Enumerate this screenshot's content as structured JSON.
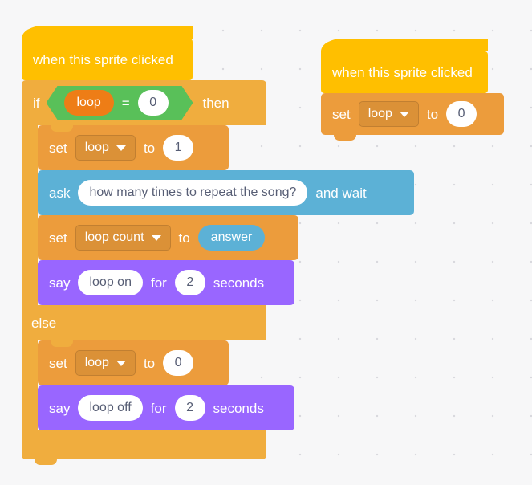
{
  "canvas": {
    "background_color": "#f7f7f8",
    "dot_color": "#d9d9de"
  },
  "palette": {
    "events": "#ffbf00",
    "control": "#f0ad3e",
    "data": "#ec9c3c",
    "variable_reporter": "#ee7d16",
    "sensing": "#5cb1d6",
    "looks": "#9966ff",
    "operators": "#59c059",
    "input_text": "#575e75",
    "block_text": "#ffffff"
  },
  "scripts": [
    {
      "id": "script-main",
      "hat": {
        "label": "when this sprite clicked"
      },
      "if_block": {
        "if_label": "if",
        "then_label": "then",
        "else_label": "else",
        "condition": {
          "operator": "=",
          "left_variable": "loop",
          "right_value": "0"
        },
        "if_branch": [
          {
            "type": "set-variable",
            "set_label": "set",
            "variable": "loop",
            "to_label": "to",
            "value": "1"
          },
          {
            "type": "ask-and-wait",
            "ask_label": "ask",
            "question": "how many times to repeat the song?",
            "and_wait_label": "and wait"
          },
          {
            "type": "set-variable",
            "set_label": "set",
            "variable": "loop count",
            "to_label": "to",
            "value_reporter": "answer"
          },
          {
            "type": "say-for-seconds",
            "say_label": "say",
            "message": "loop on",
            "for_label": "for",
            "duration": "2",
            "seconds_label": "seconds"
          }
        ],
        "else_branch": [
          {
            "type": "set-variable",
            "set_label": "set",
            "variable": "loop",
            "to_label": "to",
            "value": "0"
          },
          {
            "type": "say-for-seconds",
            "say_label": "say",
            "message": "loop off",
            "for_label": "for",
            "duration": "2",
            "seconds_label": "seconds"
          }
        ]
      }
    },
    {
      "id": "script-secondary",
      "hat": {
        "label": "when this sprite clicked"
      },
      "blocks": [
        {
          "type": "set-variable",
          "set_label": "set",
          "variable": "loop",
          "to_label": "to",
          "value": "0"
        }
      ]
    }
  ]
}
